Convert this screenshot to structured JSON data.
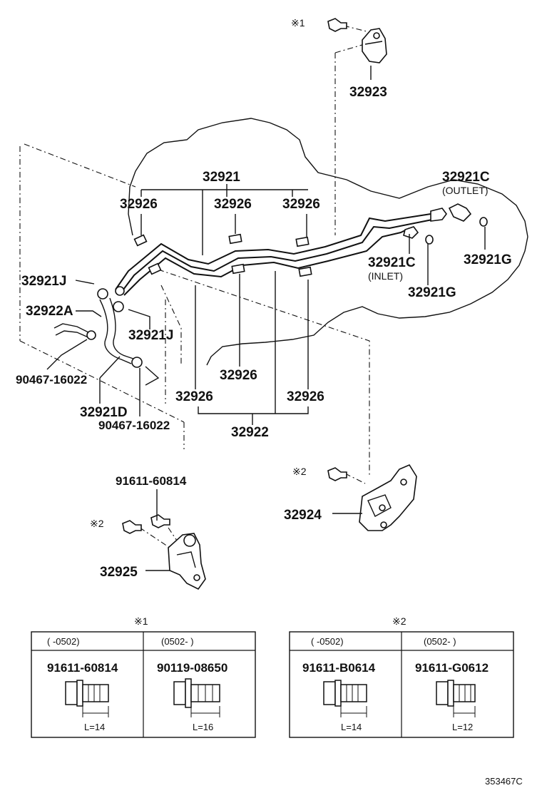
{
  "callouts": {
    "top_bolt_mark": "※1",
    "bracket_top": "32923",
    "pipe_set": "32921",
    "clamp_a": "32926",
    "clamp_b": "32926",
    "clamp_c": "32926",
    "outlet_union": "32921C",
    "outlet_text": "(OUTLET)",
    "inlet_union": "32921C",
    "inlet_text": "(INLET)",
    "gasket_1": "32921G",
    "gasket_2": "32921G",
    "hose_clip_j1": "32921J",
    "hose_a": "32922A",
    "hose_clip_j2": "32921J",
    "clip_1": "90467-16022",
    "hose_d": "32921D",
    "clip_2": "90467-16022",
    "clamp_d": "32926",
    "clamp_e": "32926",
    "clamp_f": "32926",
    "pipe_lower": "32922",
    "mid_bolt_mark": "※2",
    "bracket_mid": "32924",
    "bolt_lower": "91611-60814",
    "low_bolt_mark": "※2",
    "bracket_low": "32925"
  },
  "tables": [
    {
      "mark": "※1",
      "columns": [
        {
          "period": "(      -0502)",
          "part": "91611-60814",
          "length": "L=14"
        },
        {
          "period": "(0502-        )",
          "part": "90119-08650",
          "length": "L=16"
        }
      ]
    },
    {
      "mark": "※2",
      "columns": [
        {
          "period": "(      -0502)",
          "part": "91611-B0614",
          "length": "L=14"
        },
        {
          "period": "(0502-      )",
          "part": "91611-G0612",
          "length": "L=12"
        }
      ]
    }
  ],
  "footer": {
    "code": "353467C"
  }
}
